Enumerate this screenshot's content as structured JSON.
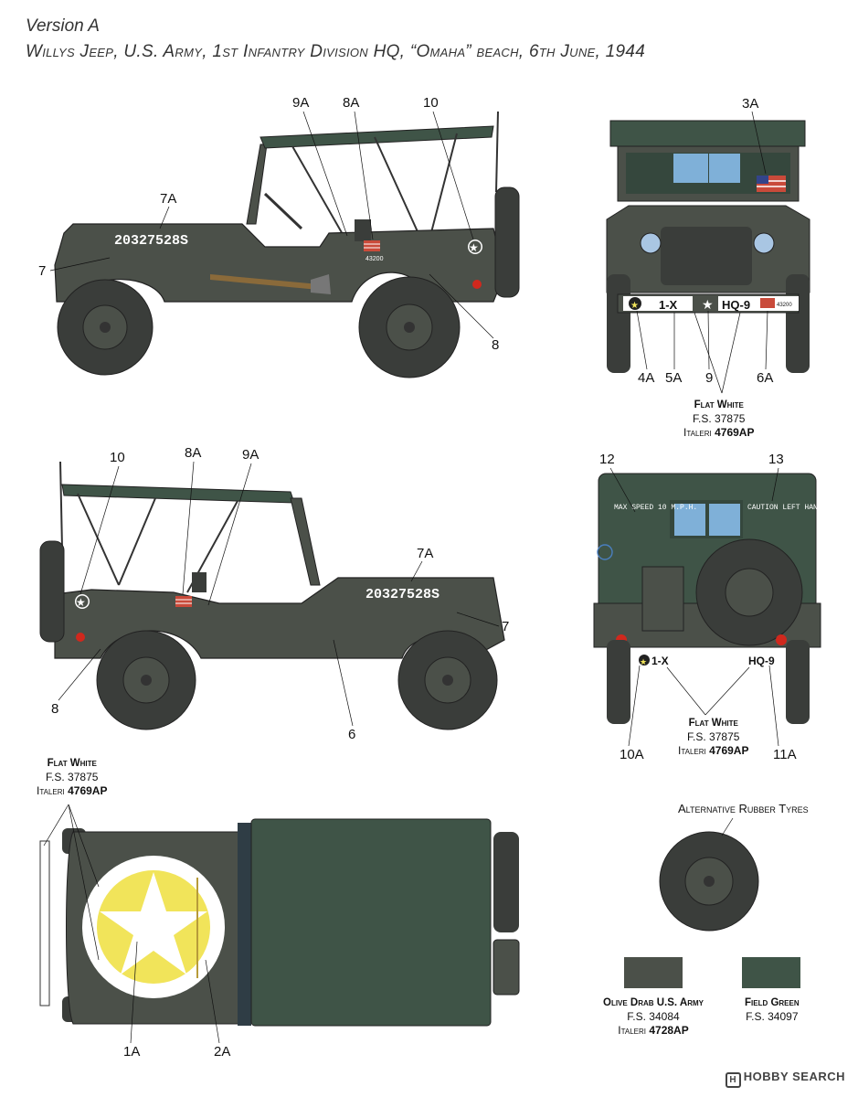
{
  "header": {
    "version": "Version A",
    "subtitle": "Willys Jeep, U.S. Army, 1st Infantry Division HQ, “Omaha” beach, 6th June, 1944"
  },
  "markings": {
    "serial": "20327528S",
    "bumper_left": "1-X",
    "bumper_right": "HQ-9",
    "hood_small": "43200",
    "rear_left_text": "MAX SPEED 10 M.P.H.",
    "rear_right_text": "CAUTION LEFT HAND DRIVE NO SIGNAL"
  },
  "callouts": {
    "side1": [
      "9A",
      "8A",
      "10",
      "7A",
      "7",
      "8"
    ],
    "front": [
      "3A",
      "4A",
      "5A",
      "9",
      "6A"
    ],
    "side2": [
      "10",
      "8A",
      "9A",
      "7A",
      "7",
      "8",
      "6"
    ],
    "rear": [
      "12",
      "13",
      "10A",
      "11A"
    ],
    "top": [
      "1A",
      "2A"
    ]
  },
  "paint_specs": {
    "flat_white_title": "Flat White",
    "flat_white_fs": "F.S. 37875",
    "flat_white_brand": "Italeri",
    "flat_white_code": "4769AP"
  },
  "alt_tyres_label": "Alternative Rubber Tyres",
  "swatches": [
    {
      "name": "Olive Drab U.S. Army",
      "fs": "F.S. 34084",
      "brand": "Italeri",
      "code": "4728AP",
      "color": "#4b5049"
    },
    {
      "name": "Field Green",
      "fs": "F.S. 34097",
      "color": "#3f5447"
    }
  ],
  "colors": {
    "olive_drab": "#4b5049",
    "field_green": "#3f5447",
    "tyre": "#3a3d3a",
    "star_yellow": "#f1e45a"
  },
  "watermark": "HOBBY SEARCH"
}
